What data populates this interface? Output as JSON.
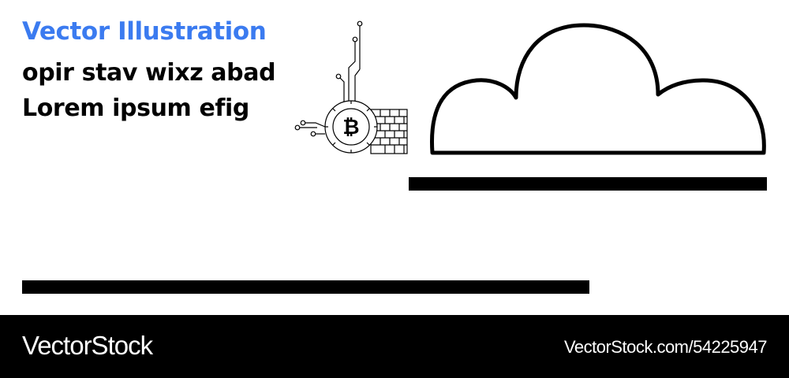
{
  "heading": {
    "title": "Vector Illustration",
    "body": "opir stav wixz abad Lorem ipsum efig"
  },
  "illustration": {
    "coin_icon": "bitcoin-icon",
    "cloud_icon": "cloud-outline-icon",
    "coin_symbol": "₿"
  },
  "footer": {
    "brand": "VectorStock",
    "image_id": "VectorStock.com/54225947"
  },
  "colors": {
    "title_accent": "#3b7bf0",
    "text": "#000000",
    "footer_bg": "#000000",
    "footer_text": "#ffffff"
  }
}
